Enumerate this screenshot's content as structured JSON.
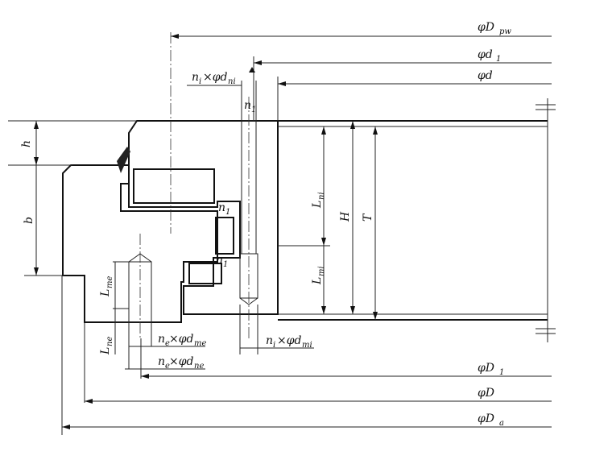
{
  "drawing": {
    "labels": {
      "Dpw": {
        "main": "φD",
        "sub": "pw"
      },
      "d1": {
        "main": "φd",
        "sub": "1"
      },
      "d": {
        "main": "φd",
        "sub": ""
      },
      "ni_dni": {
        "main": "n",
        "sub": "i",
        "rest": "×φd",
        "sub2": "ni"
      },
      "n1_top": {
        "main": "n",
        "sub": "1"
      },
      "h": {
        "main": "h"
      },
      "b": {
        "main": "b"
      },
      "Lni": {
        "main": "L",
        "sub": "ni"
      },
      "H": {
        "main": "H"
      },
      "T": {
        "main": "T"
      },
      "Lmi": {
        "main": "L",
        "sub": "mi"
      },
      "n1_a": {
        "main": "n",
        "sub": "1"
      },
      "n1_b": {
        "main": "n",
        "sub": "1"
      },
      "Lme": {
        "main": "L",
        "sub": "me"
      },
      "Lne": {
        "main": "L",
        "sub": "ne"
      },
      "ne_dme": {
        "main": "n",
        "sub": "e",
        "rest": "×φd",
        "sub2": "me"
      },
      "ne_dne": {
        "main": "n",
        "sub": "e",
        "rest": "×φd",
        "sub2": "ne"
      },
      "ni_dmi": {
        "main": "n",
        "sub": "i",
        "rest": "×φd",
        "sub2": "mi"
      },
      "D1": {
        "main": "φD",
        "sub": "1"
      },
      "D": {
        "main": "φD",
        "sub": ""
      },
      "Da": {
        "main": "φD",
        "sub": "a"
      }
    }
  }
}
